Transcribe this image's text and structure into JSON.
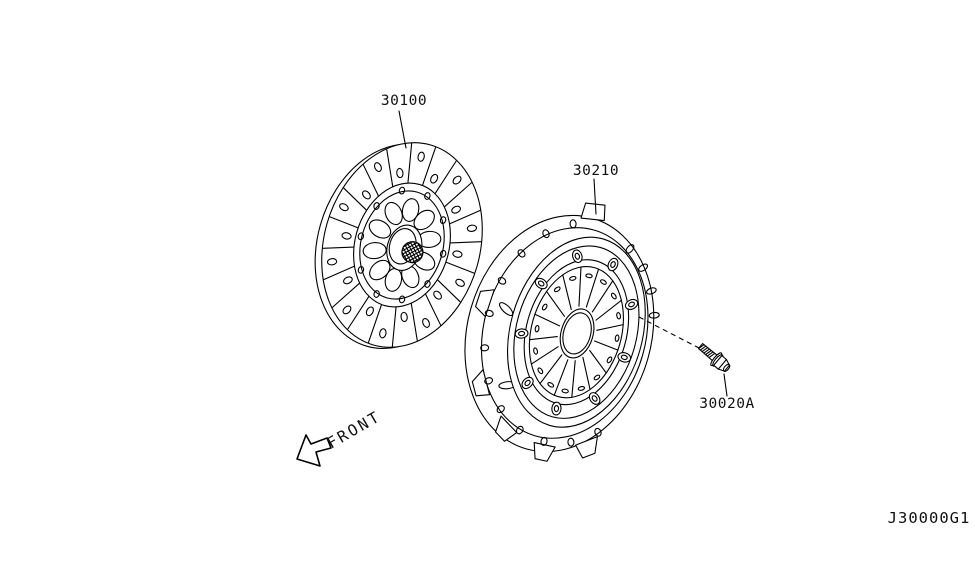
{
  "diagram": {
    "code": "J30000G1",
    "orientation_label": "FRONT",
    "parts": [
      {
        "id": "clutch-disc",
        "number": "30100"
      },
      {
        "id": "clutch-cover",
        "number": "30210"
      },
      {
        "id": "bolt",
        "number": "30020A"
      }
    ]
  },
  "icons": {
    "front_arrow": "outlined-arrow-pointing-down-left"
  },
  "colors": {
    "line": "#000000",
    "background": "#ffffff"
  }
}
